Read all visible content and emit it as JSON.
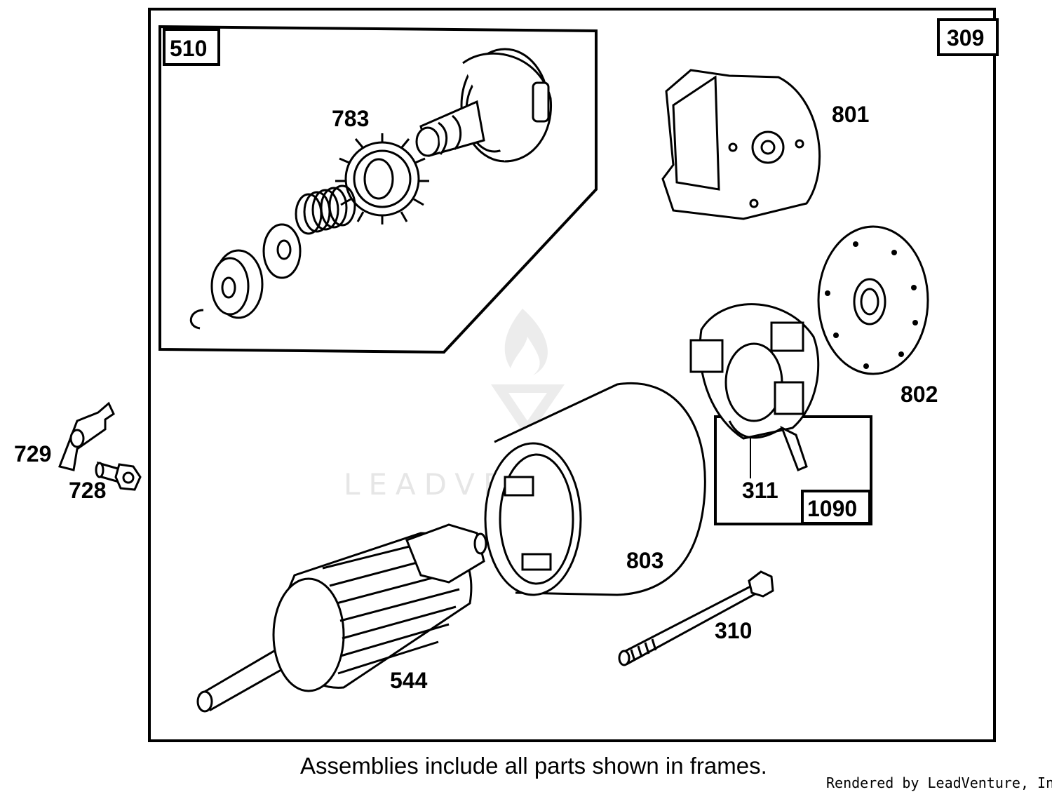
{
  "assembly_frames": {
    "main": "309",
    "drive": "510",
    "brush": "1090"
  },
  "parts": {
    "p783": "783",
    "p801": "801",
    "p802": "802",
    "p729": "729",
    "p728": "728",
    "p311": "311",
    "p803": "803",
    "p310": "310",
    "p544": "544"
  },
  "caption": "Assemblies include all parts shown in frames.",
  "credit": "Rendered by LeadVenture, Inc.",
  "watermark": "LEADVENTURE"
}
